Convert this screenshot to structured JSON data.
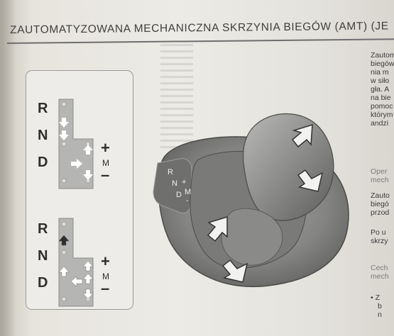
{
  "page": {
    "title": "ZAUTOMATYZOWANA MECHANICZNA SKRZYNIA BIEGÓW (AMT) (JE"
  },
  "panel": {
    "top_gate": {
      "labels": [
        "R",
        "N",
        "D"
      ],
      "plus": "+",
      "m": "M",
      "minus": "–"
    },
    "bottom_gate": {
      "labels": [
        "R",
        "N",
        "D"
      ],
      "plus": "+",
      "m": "M",
      "minus": "–"
    }
  },
  "shifter": {
    "plate_labels": [
      "R",
      "N",
      "+",
      "D",
      "M",
      "-"
    ]
  },
  "right_column": {
    "lines": [
      "Zautom",
      "biegów",
      "nia m",
      "w siło",
      "gła. A",
      "na bie",
      "pomoc",
      "którym",
      "andzi"
    ],
    "heading1": [
      "Oper",
      "mech"
    ],
    "para2": [
      "Zauto",
      "biegó",
      "przod"
    ],
    "para3": [
      "Po u",
      "skrzy"
    ],
    "heading2": [
      "Cech",
      "mech"
    ],
    "bullet": [
      "• Z",
      "b",
      "n"
    ]
  }
}
